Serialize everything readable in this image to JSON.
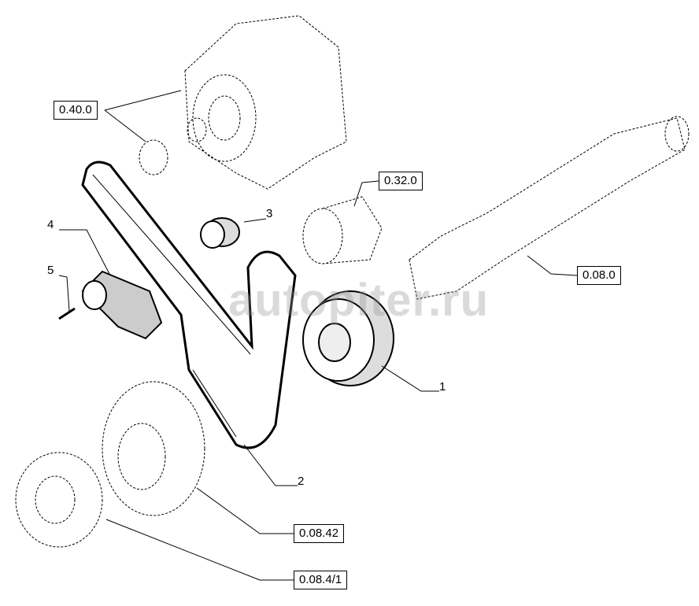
{
  "references": [
    "0.40.0",
    "0.32.0",
    "0.08.0",
    "0.08.42",
    "0.08.4/1"
  ],
  "part_numbers": [
    "1",
    "2",
    "3",
    "4",
    "5"
  ],
  "watermark": "autopiter.ru"
}
